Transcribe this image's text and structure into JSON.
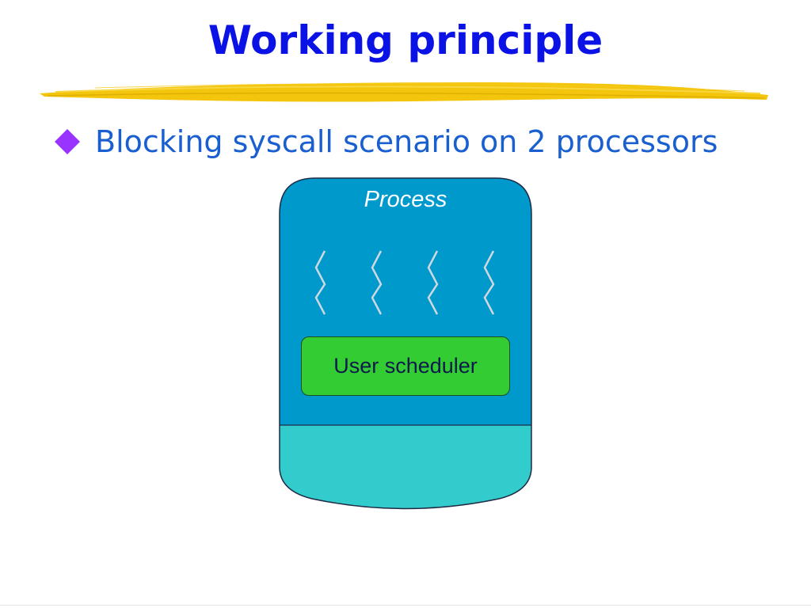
{
  "slide": {
    "title": "Working principle",
    "bullet": "Blocking syscall scenario on 2 processors"
  },
  "diagram": {
    "process_label": "Process",
    "scheduler_label": "User scheduler",
    "thread_count": 4
  },
  "colors": {
    "title": "#0a12e6",
    "bullet_text": "#1a5fd0",
    "bullet_diamond": "#9933ff",
    "brush_stroke": "#f2c200",
    "process_fill": "#0099cc",
    "kernel_fill": "#33cccc",
    "scheduler_fill": "#33cc33",
    "thread_stroke": "#cfd8e0"
  }
}
